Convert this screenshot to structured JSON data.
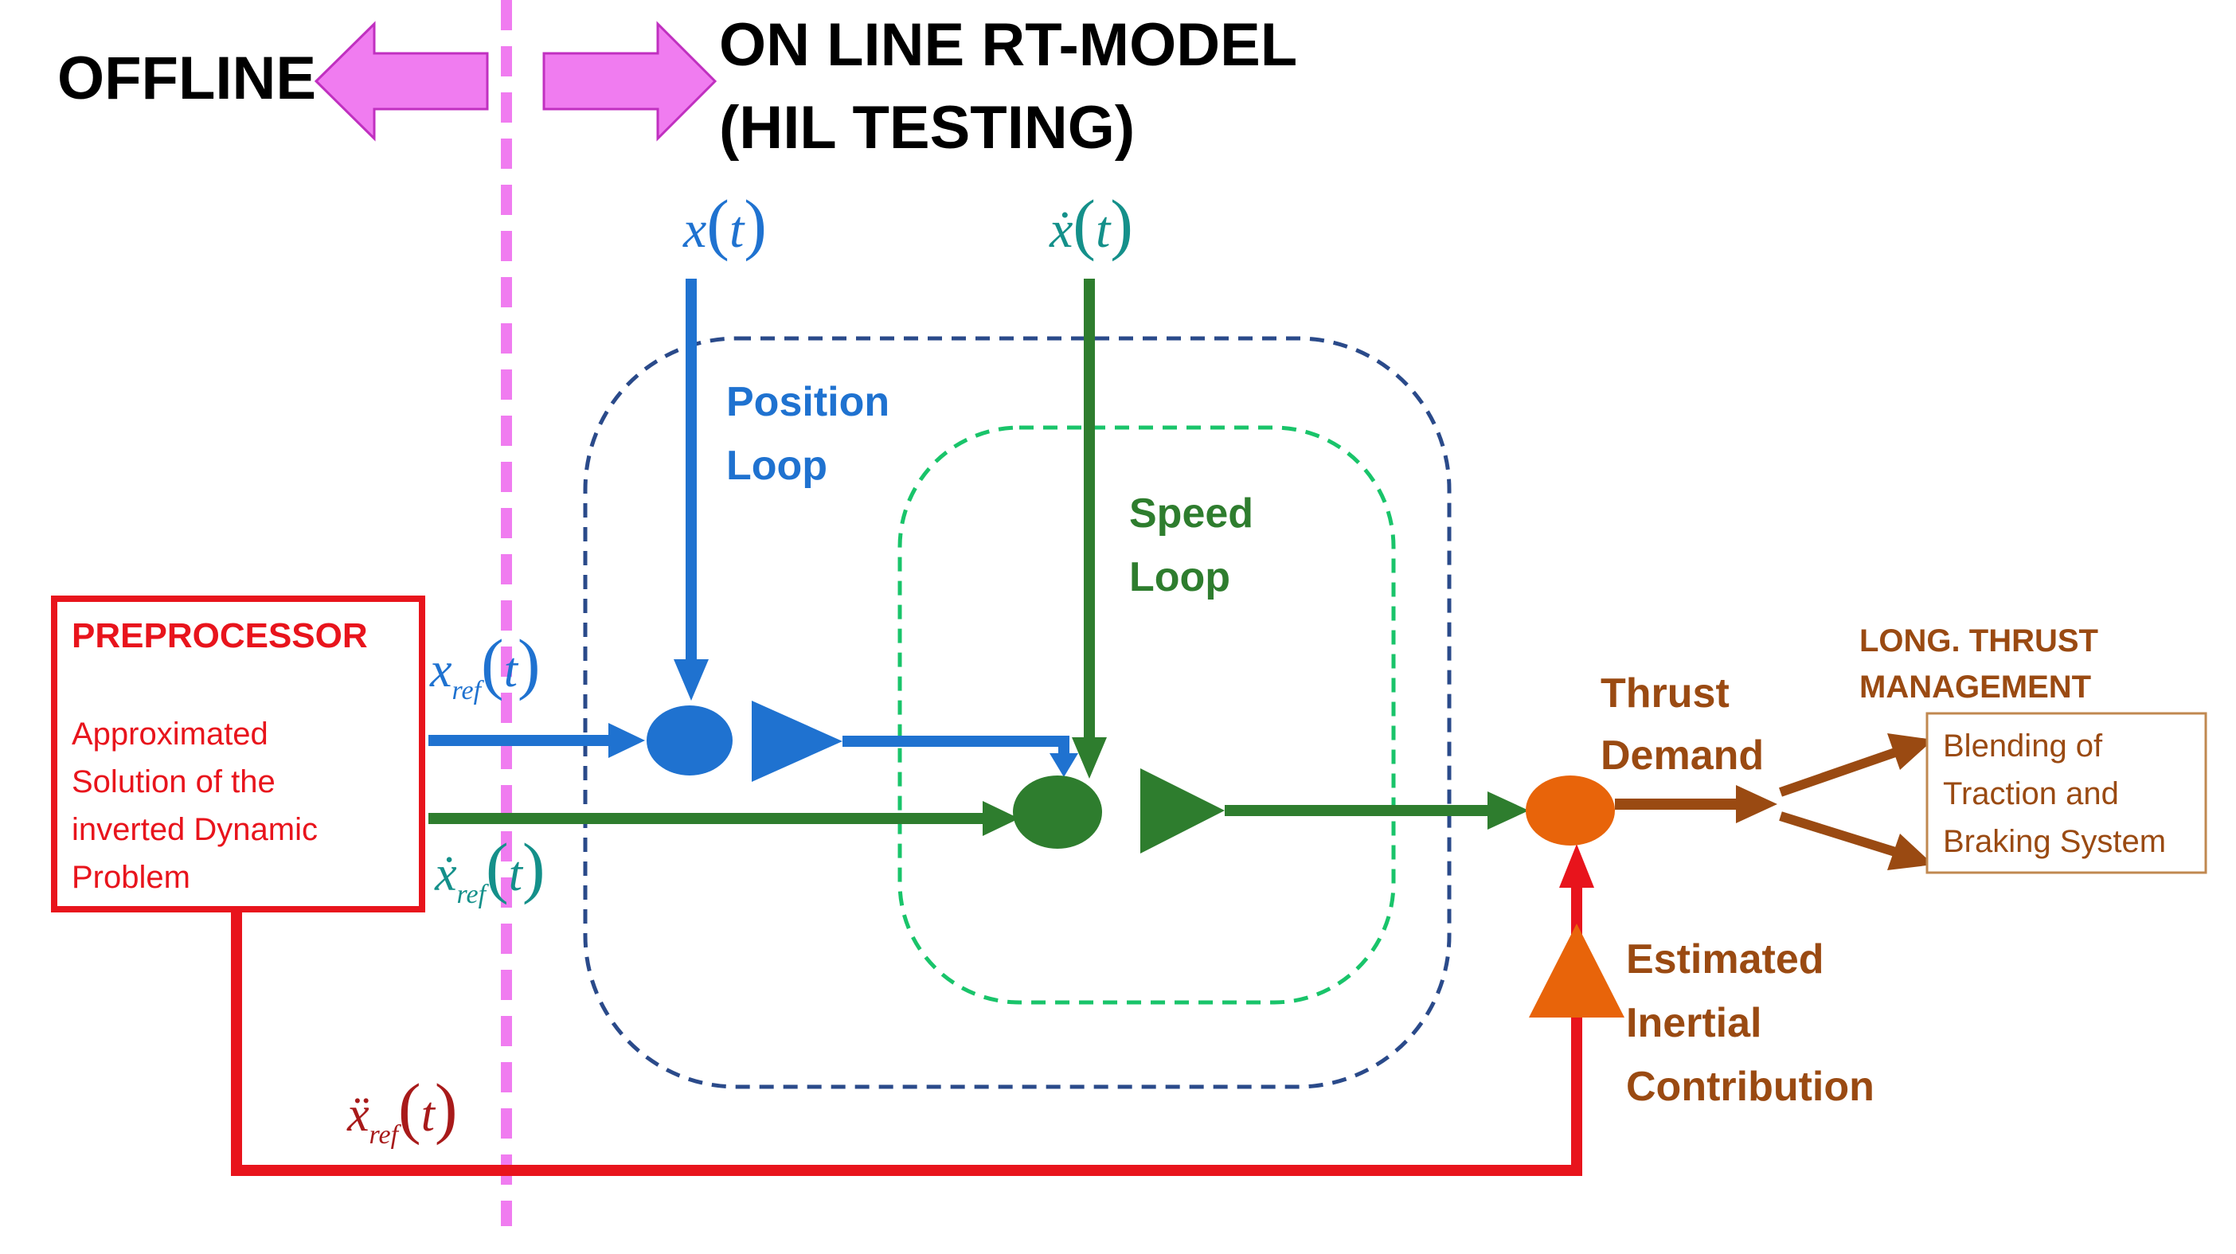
{
  "header": {
    "offline_label": "OFFLINE",
    "online_line1": "ON LINE RT-MODEL",
    "online_line2": "(HIL TESTING)"
  },
  "preprocessor": {
    "title": "PREPROCESSOR",
    "desc_line1": "Approximated",
    "desc_line2": "Solution of the",
    "desc_line3": "inverted Dynamic",
    "desc_line4": "Problem"
  },
  "signals": {
    "position": {
      "var": "x",
      "arg": "t"
    },
    "speed": {
      "var": "ẋ",
      "arg": "t"
    },
    "pos_ref": {
      "var": "x",
      "sub": "ref",
      "arg": "t"
    },
    "speed_ref": {
      "var": "ẋ",
      "sub": "ref",
      "arg": "t"
    },
    "acc_ref": {
      "var": "ẍ",
      "sub": "ref",
      "arg": "t"
    }
  },
  "loops": {
    "position_line1": "Position",
    "position_line2": "Loop",
    "speed_line1": "Speed",
    "speed_line2": "Loop"
  },
  "output": {
    "thrust_line1": "Thrust",
    "thrust_line2": "Demand",
    "inertial_line1": "Estimated",
    "inertial_line2": "Inertial",
    "inertial_line3": "Contribution",
    "mgmt_line1": "LONG. THRUST",
    "mgmt_line2": "MANAGEMENT",
    "blend_line1": "Blending of",
    "blend_line2": "Traction and",
    "blend_line3": "Braking System"
  },
  "colors": {
    "magenta": "#f07cf0",
    "blue": "#1f72d0",
    "green": "#2e7d2e",
    "teal": "#14908a",
    "red": "#e8141c",
    "orange": "#e8640a",
    "brown": "#9a4a12",
    "dashed_blue": "#2a4a8a",
    "dashed_green": "#19c46a"
  }
}
